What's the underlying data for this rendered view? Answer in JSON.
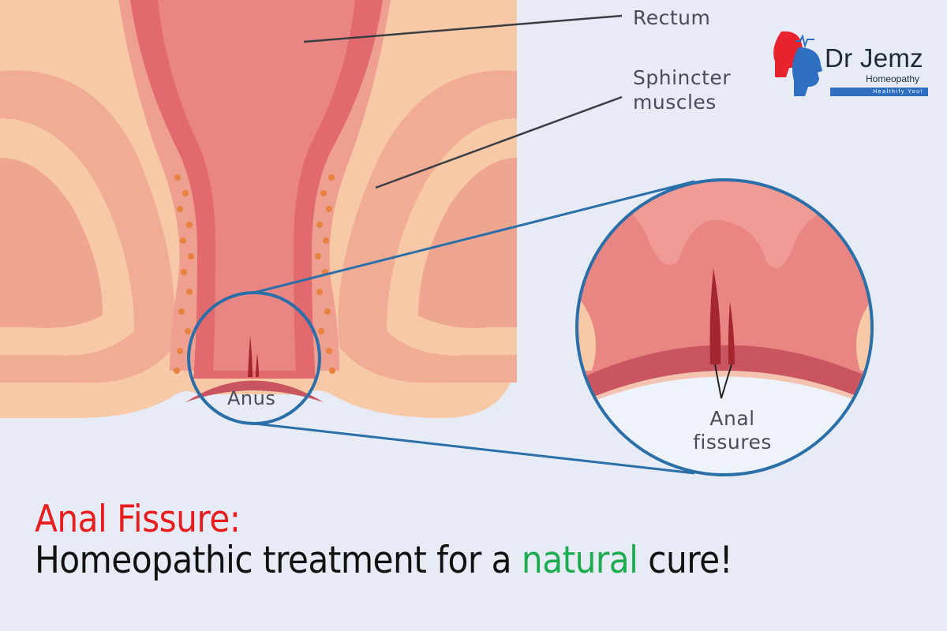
{
  "labels": {
    "rectum": "Rectum",
    "sphincter": "Sphincter muscles",
    "anus": "Anus",
    "anal_fissures": "Anal fissures"
  },
  "logo": {
    "name": "Dr Jemz",
    "subtitle": "Homeopathy",
    "tagline": "Healthify You!"
  },
  "headline": {
    "title": "Anal Fissure:",
    "subtitle_before": "Homeopathic treatment for a ",
    "subtitle_highlight": "natural",
    "subtitle_after": " cure!"
  },
  "colors": {
    "background": "#e6ebf6",
    "skin": "#f8c9a6",
    "muscle": "#eca28f",
    "rectum": "#e5767a",
    "fissure": "#a32631",
    "outline": "#2a6fa8",
    "title_red": "#e81d1d",
    "highlight_green": "#1cab4f",
    "logo_blue": "#2f6fc1",
    "logo_red": "#e8232b"
  }
}
